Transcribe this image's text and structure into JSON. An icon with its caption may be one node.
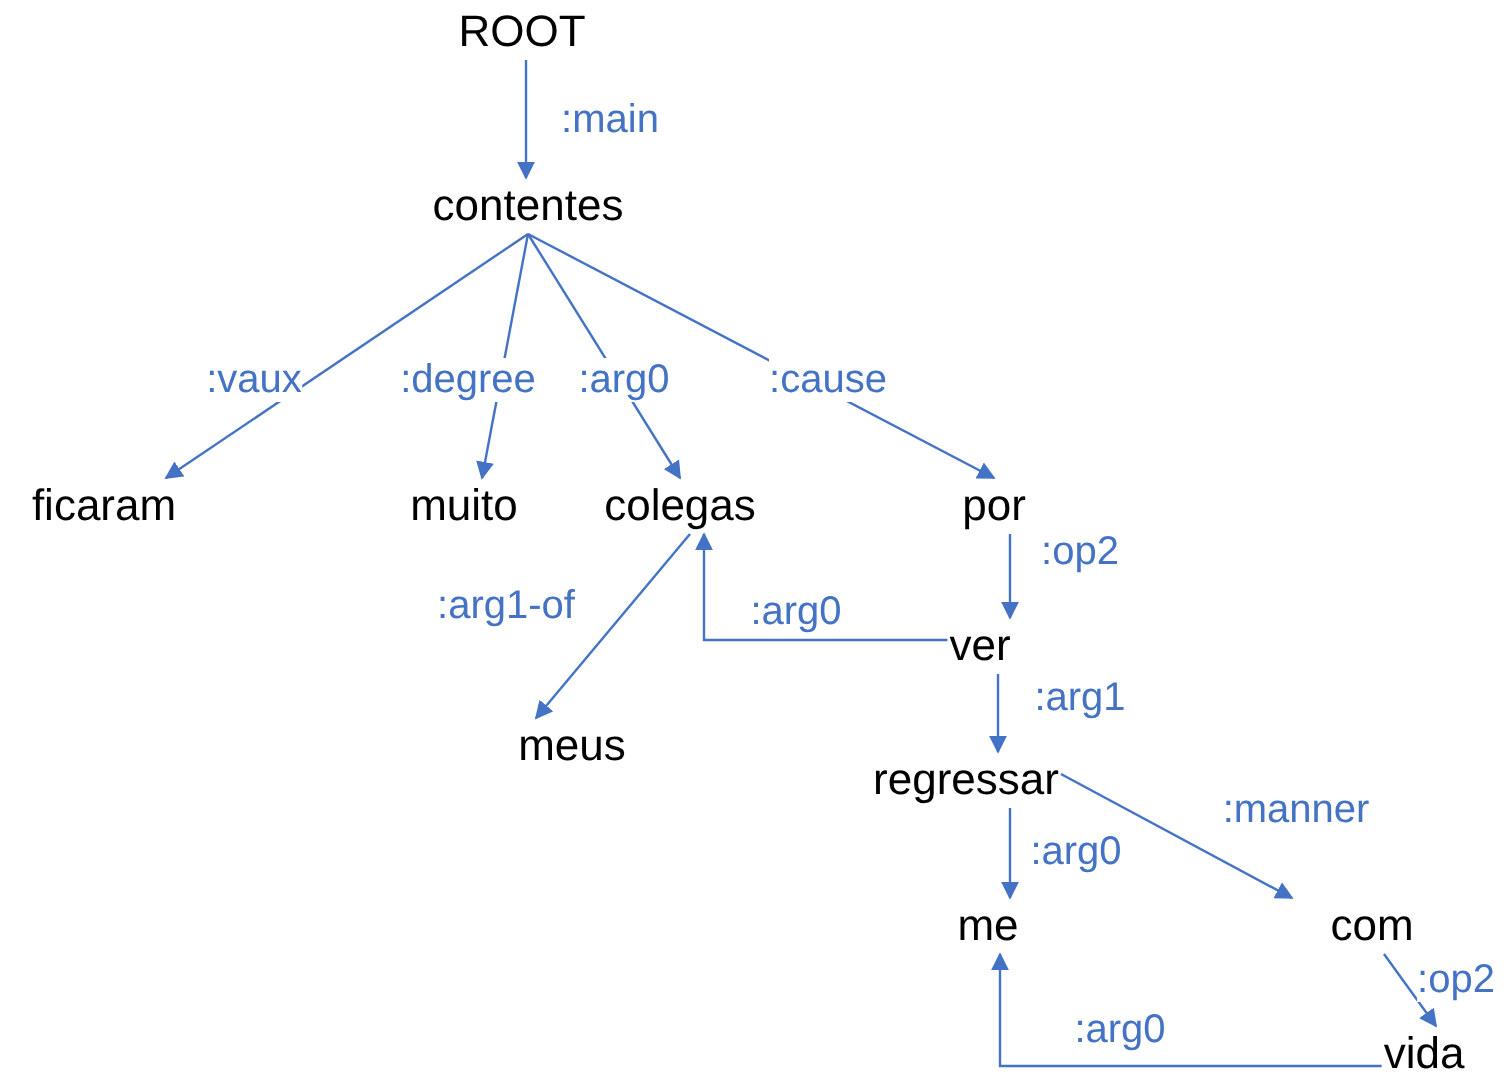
{
  "diagram": {
    "nodes": [
      {
        "text": [
          "ROOT"
        ]
      },
      {
        "text": [
          "contentes"
        ]
      },
      {
        "text": [
          "ficaram"
        ]
      },
      {
        "text": [
          "muito"
        ]
      },
      {
        "text": [
          "colegas"
        ]
      },
      {
        "text": [
          "por"
        ]
      },
      {
        "text": [
          "meus"
        ]
      },
      {
        "text": [
          "ver"
        ]
      },
      {
        "text": [
          "regressar"
        ]
      },
      {
        "text": [
          "me"
        ]
      },
      {
        "text": [
          "com"
        ]
      },
      {
        "text": [
          "vida"
        ]
      }
    ],
    "edges": [
      {
        "from": 0,
        "to": 1,
        "arrow": "to",
        "label": ":main"
      },
      {
        "from": 1,
        "to": 2,
        "arrow": "to",
        "label": ":vaux"
      },
      {
        "from": 1,
        "to": 3,
        "arrow": "to",
        "label": ":degree"
      },
      {
        "from": 1,
        "to": 4,
        "arrow": "to",
        "label": ":arg0"
      },
      {
        "from": 1,
        "to": 5,
        "arrow": "to",
        "label": ":cause"
      },
      {
        "from": 4,
        "to": 6,
        "arrow": "to",
        "label": ":arg1-of"
      },
      {
        "from": 7,
        "to": 4,
        "arrow": "to",
        "label": ":arg0"
      },
      {
        "from": 5,
        "to": 7,
        "arrow": "to",
        "label": ":op2"
      },
      {
        "from": 7,
        "to": 8,
        "arrow": "to",
        "label": ":arg1"
      },
      {
        "from": 8,
        "to": 9,
        "arrow": "to",
        "label": ":arg0"
      },
      {
        "from": 8,
        "to": 10,
        "arrow": "to",
        "label": ":manner"
      },
      {
        "from": 10,
        "to": 11,
        "arrow": "to",
        "label": ":op2"
      },
      {
        "from": 11,
        "to": 9,
        "arrow": "to",
        "label": ":arg0"
      }
    ]
  }
}
